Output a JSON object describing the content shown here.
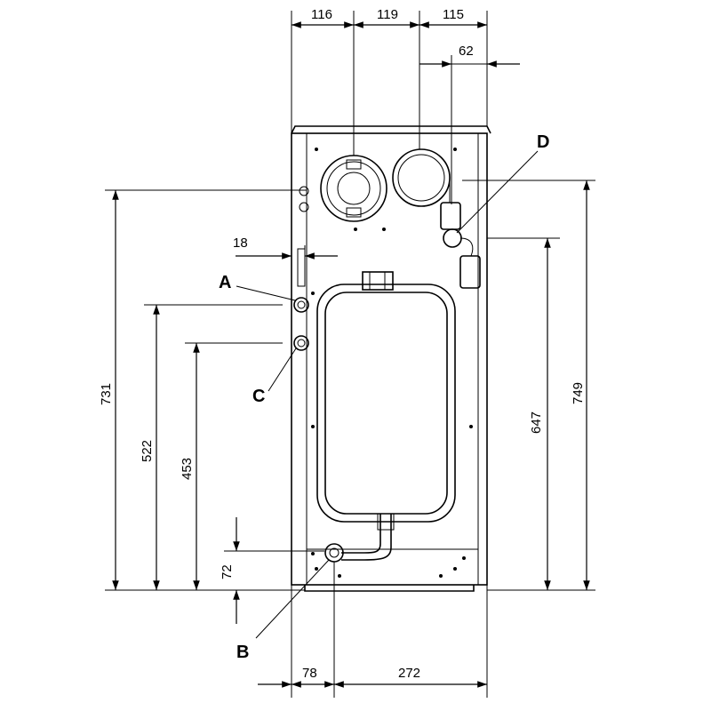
{
  "dimensions": {
    "top_116": "116",
    "top_119": "119",
    "top_115": "115",
    "top_62": "62",
    "left_18": "18",
    "h_731": "731",
    "h_522": "522",
    "h_453": "453",
    "h_72": "72",
    "h_647": "647",
    "h_749": "749",
    "bottom_78": "78",
    "bottom_272": "272"
  },
  "callouts": {
    "a": "A",
    "b": "B",
    "c": "C",
    "d": "D"
  }
}
